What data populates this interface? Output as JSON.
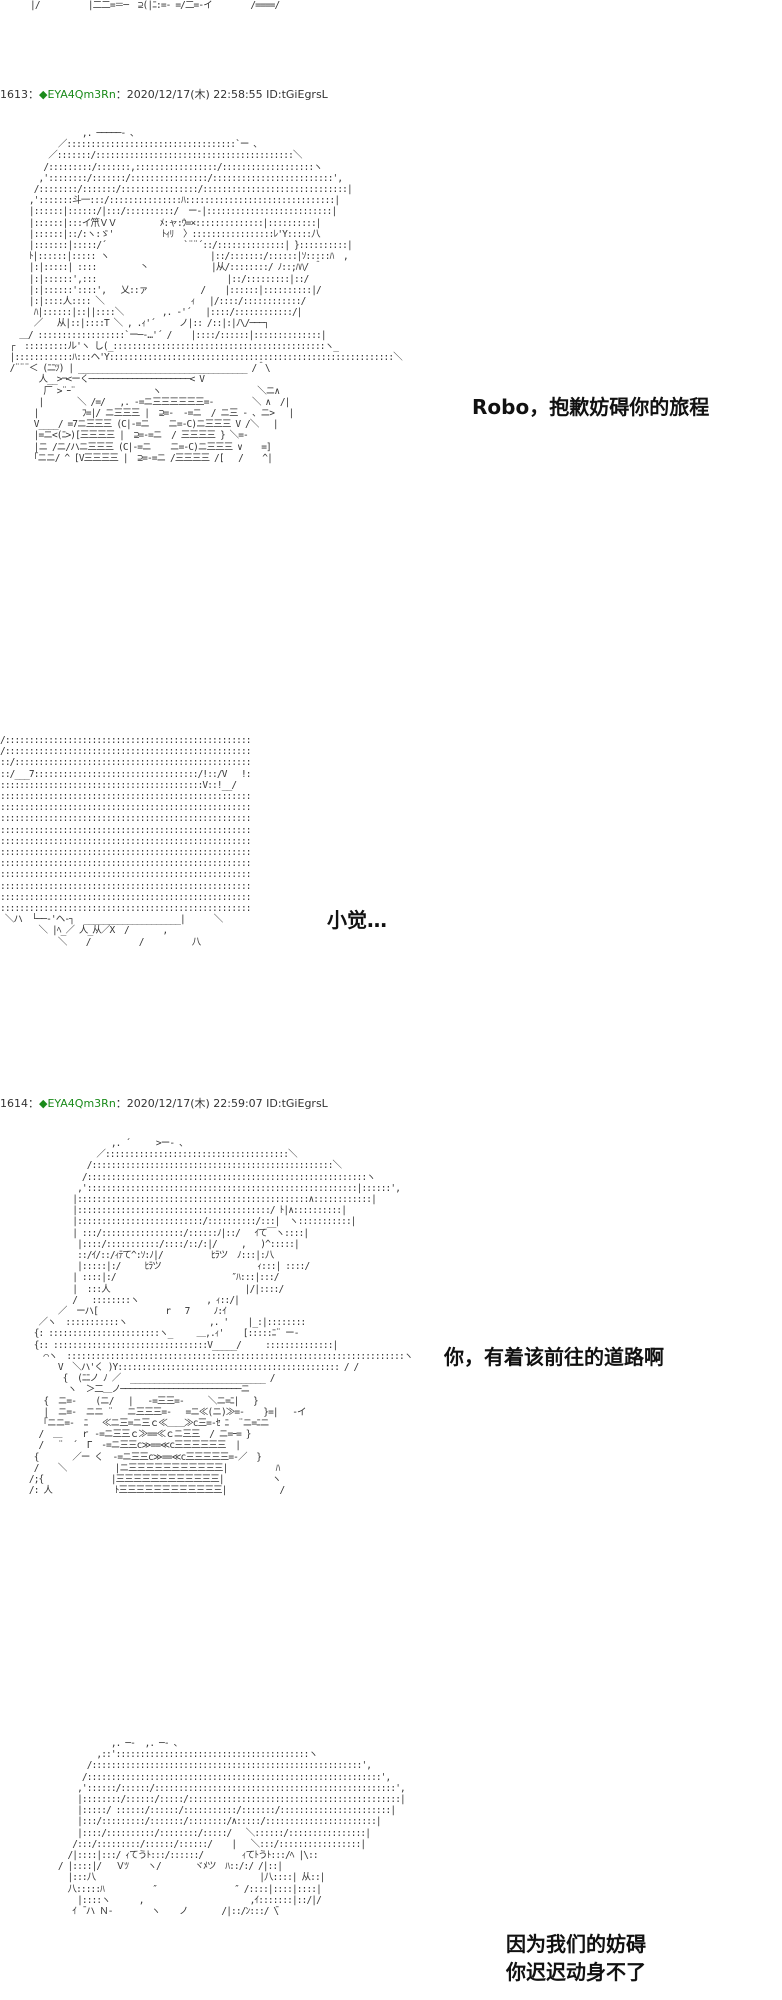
{
  "top_fragment": "|/          |二二=＝─  ⊇(|ﾆ:=- =/二=-イ        /====/",
  "posts": [
    {
      "number": "1613",
      "separator": "：",
      "diamond": "◆",
      "trip": "EYA4Qm3Rn",
      "meta": "：2020/12/17(木) 22:58:55 ID:tGiEgrsL"
    },
    {
      "number": "1614",
      "separator": "：",
      "diamond": "◆",
      "trip": "EYA4Qm3Rn",
      "meta": "：2020/12/17(木) 22:59:07 ID:tGiEgrsL"
    }
  ],
  "captions": {
    "c1": "Robo，抱歉妨碍你的旅程",
    "c2": "小觉…",
    "c3": "你，有着该前往的道路啊",
    "c4_line1": "因为我们的妨碍",
    "c4_line2": "你迟迟动身不了"
  },
  "art": {
    "a1": "                 ,. ─────- ､\n            ／:::::::::::::::::::::::::::::::::::`ー ､\n          ／:::::::/:::::::::::::::::::::::::::::::::::::::::＼\n         /:::::::::/:::::::,:::::::::::::::::/:::::::::::::::::::ヽ\n        ,'::::::::/:::::::/::::::::::::::::/:::::::::::::::::::::::::',\n       /::::::::/:::::::/::::::::::::::::/::::::::::::::::::::::::::::::|\n      ,':::::::斗一:::/:::::::::::::::ﾊ:::::::::::::::::::::::::::::::|\n      |::::::|::::::/|:::/::::::::::/  ー‐|::::::::::::::::::::::::::|\n      |::::::|:::イ笊ＶＶ         ﾒ:ャ:ｳ=×::::::::::::::|::::::::::|\n      |::::::|::/:ヽ:ゞ'          ﾄｨﾘ  〉:::::::::::::::::ﾚ'Y:::::八\n      |:::::::|:::::/´                `¨¨´::/::::::::::::::| }::::::::::|\n      ﾄ|::::::|::::: ヽ                     |::/:::::::/::::::|ｿ:::::ﾊ  ,\n      |:|:::::| ::::         丶             |从/::::::::/ ﾉ::;ﾊﾊ/ ＾\n      |:|::::::',:::                           |::/:::::::::|::/\n      |:|::::::'::::',   乂::ァ           /    |::::::|::::::::::|/\n      |:|::::人:::: ＼                  ｨ   |/::::/::::::::::::/\n       ﾊ|::::::|::||::::＼        ,. ‐'´   |::::/::::::::::::/|\n       ／   从|::|::::T ＼ , .ｨ'´     ノ|:: /::|:|ﾉ\\/───┐\n    ＿/ ::::::::::::::::::`ー─‐…'´ /    |::::/::::::|::::::::::::::|\n  ┌  :::::::::ル'ヽ し(_::::::::::::::::::::::::::::::::::::::::::::ヽ_\n  |::::::::::::ﾊ:::ヘ'Y:::::::::::::::::::::::::::::::::::::::::::::::::::::::::::＼\n  /¨¨¨＜ (ﾆﾆﾂ) | ___________________________________ /＾\\\n        人__>¬<ーく─────────────────────< V\n         厂 >¨ｰ¨                ヽ                    ＼ニ∧\n        |       ＼ /=/   ,. -=ニ三三三三三三=-        ＼ ∧  /|\n       |         ﾌ=|/ ニ三三三 |  ⊇=-  -=ニ  / ニ三 - 、ニ>   |\n       V____/ =7ニ三三三 (C|-=ニ    ニ=-C)ニ三三三 V /＼   |\n       |=ニ<(ﾆ>)[三三三三 |  ⊇=-=ニ  / 三三三三 } ＼=-\n       |ニ /ニ/ハニ三三三 (C|-=ニ    ニ=-C)ニ三三三 ∨    =]\n      「ニニ/ ^ [V三三三三 |  ⊇=-=ニ /三三三三 /[   /    ^|",
    "a2": "/::::::::::::::::::::::::::::::::::::::::::::::::::::::::::::::::::::::::::ヽ\n/::::::::::::::::::::::::::::::::::::::::::::::::::::::::::::::::::::::::::::::::::＼\n::/:::::::::::::::::::::::::::::::::::::::::::::::::::::::::::::::::::::::::::::::::::::::\n::/___7::::::::::::::::::::::::::::::::::/!::/V   !::::::::::::::::::\n::::::::::::::::::::::::::::::::::::::::::V::!__/   ::::::::::::::::::\n:::::::::::::::::::::::::::::::::::::::::::::::::::::::::::::::::::::::/〃l／Y:::|\n:::::::::::::::::::::::::::::::::::::::::::::::::::::::::::::::::::::::::|//:::::::::::/:|\n::::::::::::::::::::::::::::::::::::::::::::::::::::::::::::::::::::::::::/  '芥:ﾊ\n:::::::::::::::::::::::::::::::::::::::::::::::::::::::::::::::::::::ＹV   {  |[V\n::::::::::::::::::::::::::::::::::::::::::::::::::::::::::::::::::::::::::::::::   乂|ﾊ\n::::::::::::::::::::::::::::::::::::::::::::::::::::::::::::::::::::::::::::::::::       ヽ\n:::::::::::::::::::::::::::::::::::::::::::::::::::::::::::::::::::::::::::::::::::         /\n:::::::::::::::::::::::::::::::::::::::::::::::::::::::::::::::::::::::::::::::::::\n::::::::::::::::::::::::::::::::::::::::::::::::::::::::::::::::::::::::::::::::::::     こ ／\n::::::::::::::::::::::::::::::::::::::::::::::::::::::::::::::::::::::::::::::::::\n:::::::::::::::::::::::::::::::::::::::::::::::::::::::::::::::::::::::::::::::::: 厂¨ヽ\n ＼ハ  └──‐'ヘ‐┐  ____________________|      ＼\n        ＼ |ﾍ_／ 人_从／X  /       ,\n            ＼    /          /          八",
    "a3": "                       ,. ´￣￣￣>ー- 、\n                    ／::::::::::::::::::::::::::::::::::::::＼\n                  /::::::::::::::::::::::::::::::::::::::::::::::::::＼\n                 /::::::::::::::::::::::::::::::::::::::::::::::::::::::::::ヽ\n                ,'::::::::::::::::::::::::::::::::::::::::::::::::::::::::|::::::',\n               |::::::::::::::::::::::::::::::::::::::::::::::::∧::::::::::::|\n               |::::::::::::::::::::::::::::::::::::::::/ ﾄ|∧::::::::::|\n               |::::::::::::::::::::::::::/::::::::::/:::|  ヽ:::::::::::|\n               | :::/:::::::::::::::::/::::::ﾉ|::/   ｲて￣ヽ::::|\n                |::::/:::::::::::/::::/::/:|/     ,   )^:::::|\n                ::/ｲ/::/ｨﾃて^:ｿ:ﾉ|/          ﾋﾗツ  ﾉ:::|:八\n                |:::::|:/     ﾋﾗツ                    ｨ:::| ::::/\n               | ::::|:/                        ″ﾊ:::|:::/\n               |  :::人                            |/|::::/\n               /   ::::::::ヽ              , ｨ::/|\n            ／  ーハ[              r   7     ﾉ:ｲ\n        ／ヽ  :::::::::::ヽ                 ,. '    |_:|::::::::\n       {: :::::::::::::::::::::::ヽ_     ＿,.ｨ'    [:::::ﾆ¨ ー-\n       {:: ::::::::::::::::::::::::::::::::V_____/     ::::::::::::::|\n         ⌒ヽ  ::::::::::::::::::::::::::::::::::::::::::::::::::::::::::::::::::::::ヽ\n            V  ＼ハ'く )Y:::::::::::::::::::::::::::::::::::::::::::::: / /\n             {  (ﾆﾆノ ﾉ ／  ____________________________ /\n              ヽ  ＞二＿ノ─────────────────────────ニ\n         {  ニ=-    (ニ/   |   ‐=三三=‐     ＼ニ=ﾆ|   }\n         |  ニ=-  ニニ ¨   ニ三三三=‐   =ニ≪(ニ)≫=-    }=|   ‐イ\n        「ニニ=‐  ﾆ   ≪ニ三=ニ三ｃ≪＿＿≫c三=-ｾ ﾆ  ¨ニ=ﾆニ\n        /  ＿    ｒ -=ニ三三ｃ≫==≪ｃニ三三  / ニ=ｰ= }\n        /   ¨  ´  Г  -=ニ三三c≫==≪c三三三三三三  |\n       {       ／ー く  -=ニ三三c≫==≪c三三三三三=-／  }\n       /    ＼          |ニ三三三三三三三三三三三|          ﾊ\n      /;{              |三三三三三三三三三三三三|          ヽ\n      /: 人             ﾄ三三三三三三三三三三三三|           /",
    "a4": "                       ,. ─-  ,. ─- 、\n                    ,::'::::::::::::::::::::::::::::::::::::::::ヽ\n                  /::::::::::::::::::::::::::::::::::::::::::::::::::::::::',\n                 /:::::::::::::::::::::::::::::::::::::::::::::::::::::::::::::',\n                ,'::::::/::::::/::::::::::::::::::::::::::::::::::::::::::::::::::',\n                |::::::::/::::::/:::::/::::::::::::::::::::::::::::::::::::::::::::|\n                |:::::/ ::::::/::::::/:::::::::::/:::::::/:::::::::::::::::::::::|\n                |:::/:::::::::/:::::::/::::::::/∧:::::/:::::::::::::::::::::::|\n                |::::/::::::::::/::::::::/:::::/   ＼::::::/::::::::::::::::|\n               /:::/:::::::::/::::::/::::::/    |   ＼:::/:::::::::::::::::|\n              /|::::|:::/ ｨてうﾄ:::/::::::/        ｨてﾄうﾄ:::/ﾍ |\\::\n            / |::::|/   Ｖﾂ    ヽ/       ヾﾒツ  ﾊ::/:/ /|::|\n              |:::八                                  |八::::| 从::|\n              八:::::ﾊ          ″                ″ /::::|::::|::::|\n                |::::ヽ      ,                      ,ｲ:::::::|::/|/\n               ｲ ̄ ハ Ｎ-        ヽ    ノ       /|::/ﾝ:::/ ̄\\"
  }
}
